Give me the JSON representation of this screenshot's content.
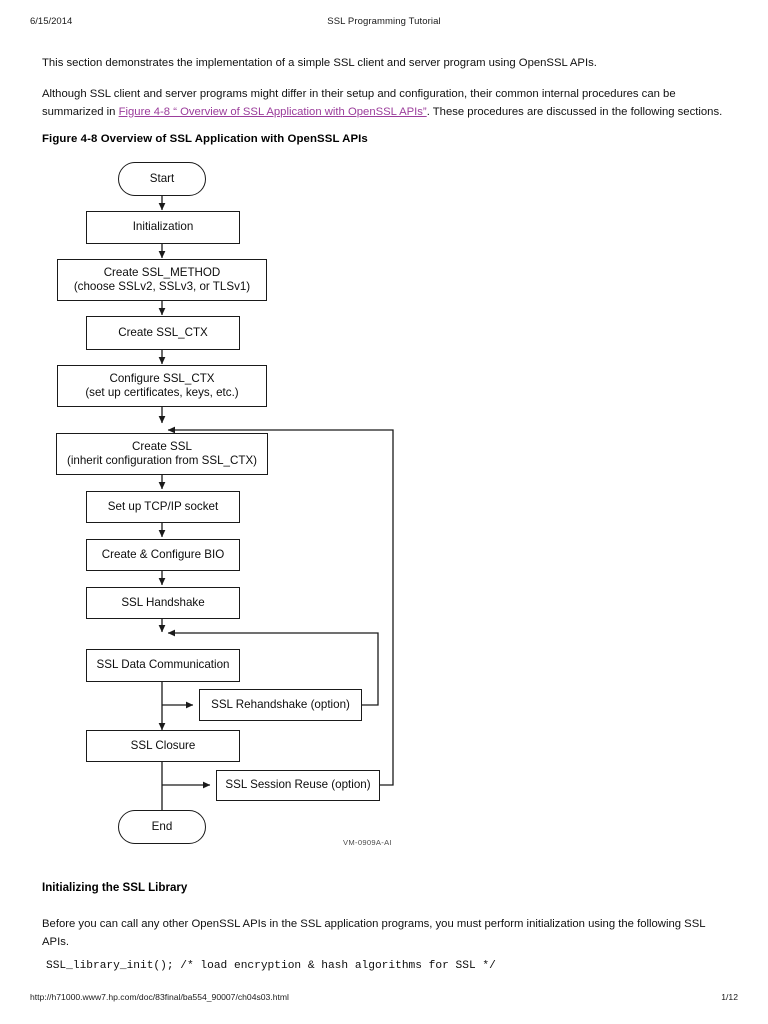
{
  "header": {
    "date": "6/15/2014",
    "title": "SSL Programming Tutorial"
  },
  "body": {
    "paragraph_1": "This section demonstrates the implementation of a simple SSL client and server program using OpenSSL APIs.",
    "paragraph_2_before_link": "Although SSL client and server programs might differ in their setup and configuration, their common internal procedures can be summarized in ",
    "paragraph_2_link": "Figure 4-8 “ Overview of SSL Application with OpenSSL APIs”",
    "paragraph_2_after_link": ". These procedures are discussed in the following sections.",
    "link_color": "#9b3d9b"
  },
  "figure": {
    "caption": "Figure 4-8  Overview of SSL Application with OpenSSL APIs",
    "figure_id": "VM-0909A-AI",
    "nodes": [
      {
        "id": "start",
        "shape": "terminal",
        "line1": "Start",
        "line2": ""
      },
      {
        "id": "initialization",
        "shape": "process",
        "line1": "Initialization",
        "line2": ""
      },
      {
        "id": "create-method",
        "shape": "process",
        "line1": "Create SSL_METHOD",
        "line2": "(choose SSLv2, SSLv3, or TLSv1)"
      },
      {
        "id": "create-ctx",
        "shape": "process",
        "line1": "Create SSL_CTX",
        "line2": ""
      },
      {
        "id": "configure-ctx",
        "shape": "process",
        "line1": "Configure SSL_CTX",
        "line2": "(set up certificates, keys, etc.)"
      },
      {
        "id": "create-ssl",
        "shape": "process",
        "line1": "Create SSL",
        "line2": "(inherit configuration from SSL_CTX)"
      },
      {
        "id": "tcp-socket",
        "shape": "process",
        "line1": "Set up TCP/IP socket",
        "line2": ""
      },
      {
        "id": "create-bio",
        "shape": "process",
        "line1": "Create & Configure BIO",
        "line2": ""
      },
      {
        "id": "handshake",
        "shape": "process",
        "line1": "SSL Handshake",
        "line2": ""
      },
      {
        "id": "data-comm",
        "shape": "process",
        "line1": "SSL Data Communication",
        "line2": ""
      },
      {
        "id": "rehandshake",
        "shape": "process",
        "line1": "SSL Rehandshake (option)",
        "line2": ""
      },
      {
        "id": "closure",
        "shape": "process",
        "line1": "SSL Closure",
        "line2": ""
      },
      {
        "id": "session-reuse",
        "shape": "process",
        "line1": "SSL Session Reuse (option)",
        "line2": ""
      },
      {
        "id": "end",
        "shape": "terminal",
        "line1": "End",
        "line2": ""
      }
    ]
  },
  "section": {
    "heading": "Initializing the SSL Library",
    "paragraph": "Before you can call any other OpenSSL APIs in the SSL application programs, you must perform initialization using the following SSL APIs.",
    "code": "SSL_library_init(); /* load encryption & hash algorithms for SSL */"
  },
  "footer": {
    "url": "http://h71000.www7.hp.com/doc/83final/ba554_90007/ch04s03.html",
    "page": "1/12"
  }
}
